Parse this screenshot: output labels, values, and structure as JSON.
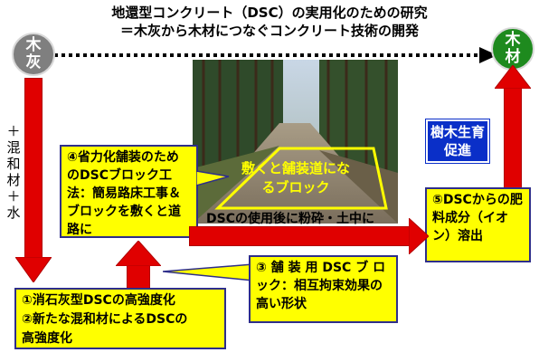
{
  "title": {
    "line1": "地還型コンクリート（DSC）の実用化のための研究",
    "line2": "＝木灰から木材につなぐコンクリート技術の開発"
  },
  "nodes": {
    "ash": "木灰",
    "wood": "木材"
  },
  "side_label": "＋混和材＋水",
  "boxes": {
    "growth": "樹木生育促進",
    "step4": "④省力化舗装のためのDSCブロック工法：簡易路床工事＆ブロックを敷くと道路に",
    "step5": "⑤DSCからの肥料成分（イオン）溶出",
    "step3": "③ 舗 装 用 DSC ブ ロック：相互拘束効果の高い形状",
    "step12_line1": "①消石灰型DSCの高強度化",
    "step12_line2": "②新たな混和材によるDSCの",
    "step12_line3": "高強度化"
  },
  "photo_label": "敷くと舗装道になるブロック",
  "arrow_label": "DSCの使用後に粉砕・土中に",
  "colors": {
    "ash_circle": "#7f7f7f",
    "wood_circle": "#1e8a1e",
    "arrow": "#e00000",
    "box": "#ffff00",
    "growth_box": "#0a2fc8"
  }
}
